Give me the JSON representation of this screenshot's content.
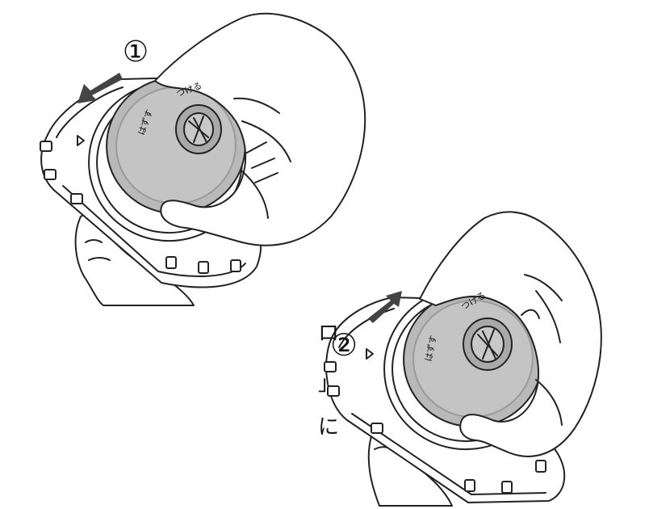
{
  "steps": {
    "step1_label": "①",
    "step2_label": "②"
  },
  "cap_text": {
    "attach": "つける",
    "remove": "はずす"
  },
  "cropped_text": {
    "line1": "ロ",
    "line2": "」",
    "line3": "に"
  },
  "colors": {
    "line": "#222222",
    "cap_fill": "#b9b9b9",
    "cap_dark": "#9a9a9a",
    "arrow_fill": "#444444",
    "hand_fill": "#ffffff",
    "tray_fill": "#ffffff"
  }
}
